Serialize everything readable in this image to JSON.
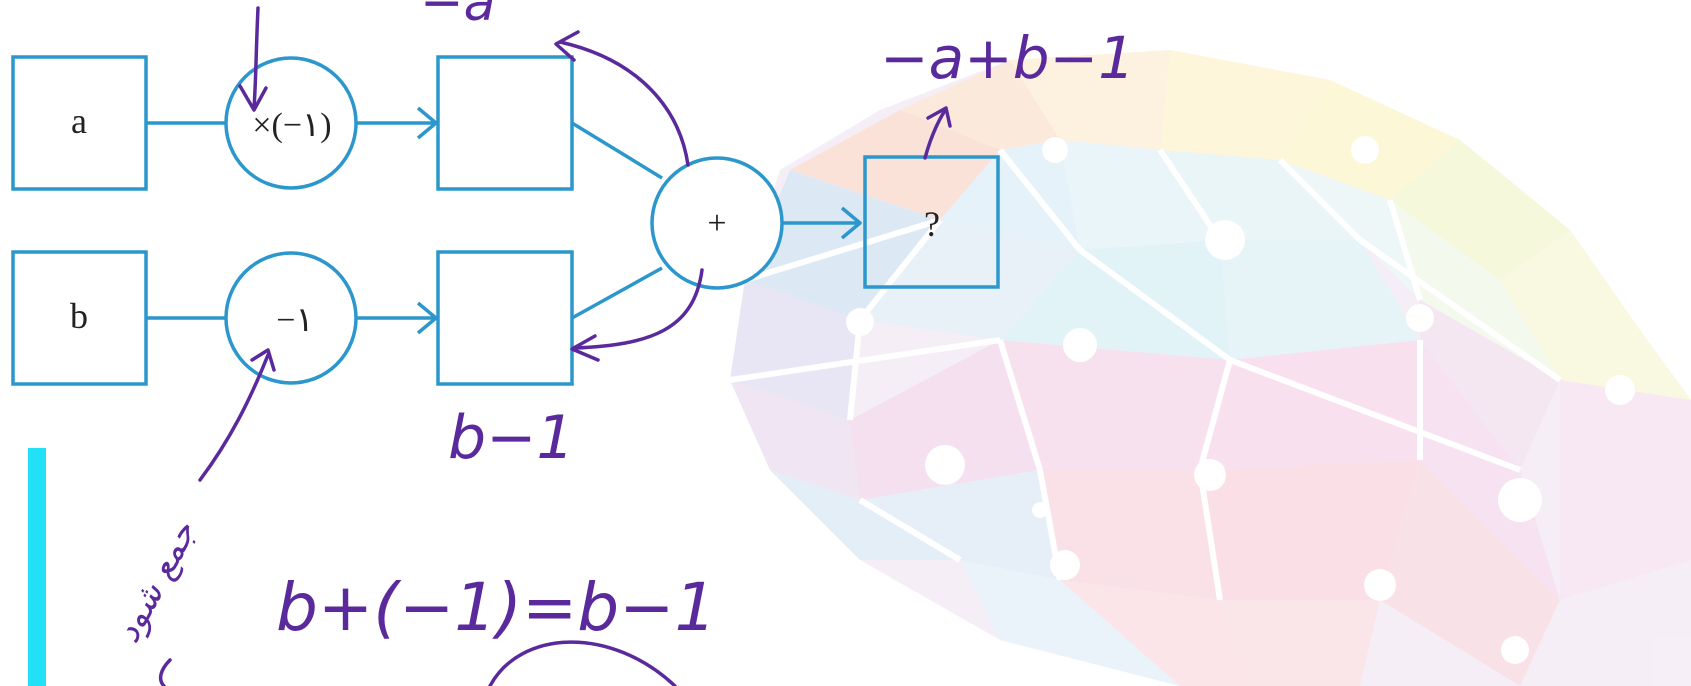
{
  "diagram": {
    "input_a": "a",
    "input_b": "b",
    "op_top": "×(−۱)",
    "op_bottom": "−۱",
    "op_sum": "+",
    "output": "?"
  },
  "annotations": {
    "top_result": "−a",
    "output_result": "−a+b−1",
    "bottom_result": "b−1",
    "equation": "b+(−1)=b−1",
    "side_note": "جمع شود"
  },
  "colors": {
    "diagram_blue": "#2b97cc",
    "ink_purple": "#5a2a9c",
    "accent_cyan": "#22e0f5"
  }
}
